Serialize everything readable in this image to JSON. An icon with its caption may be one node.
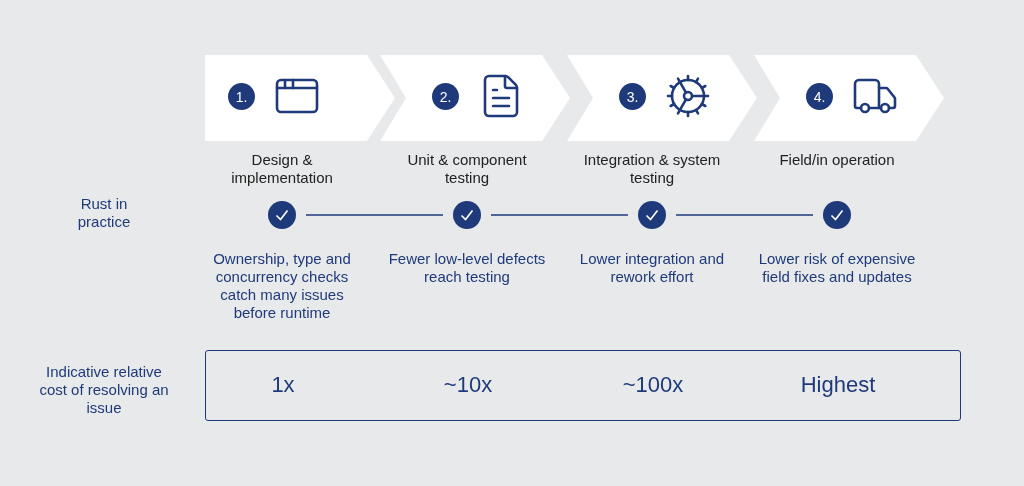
{
  "diagram": {
    "nodes": [
      {
        "text": [
          "1.",
          "Design & implementation"
        ]
      },
      {
        "text": [
          "2.",
          "Unit & component testing"
        ]
      },
      {
        "text": [
          "3.",
          "Integration & system testing"
        ]
      },
      {
        "text": [
          "4.",
          "Field/in operation"
        ]
      },
      {
        "text": [],
        "shape": "circle",
        "beside": [
          "Ownership, type and concurrency checks catch many issues before runtime"
        ]
      },
      {
        "text": [],
        "shape": "circle",
        "beside": [
          "Fewer low-level defects reach testing"
        ]
      },
      {
        "text": [],
        "shape": "circle",
        "beside": [
          "Lower integration and rework effort"
        ]
      },
      {
        "text": [],
        "shape": "circle",
        "beside": [
          "Lower risk of expensive field fixes and updates"
        ]
      },
      {
        "text": [
          "1x",
          "~10x",
          "~100x",
          "Highest"
        ]
      }
    ],
    "edges": [
      {
        "from": 4,
        "to": 5,
        "arrow": "none"
      },
      {
        "from": 5,
        "to": 6,
        "arrow": "none"
      },
      {
        "from": 6,
        "to": 7,
        "arrow": "none"
      }
    ],
    "labels": [
      "Rust in practice",
      "Indicative relative cost of resolving an issue"
    ]
  }
}
